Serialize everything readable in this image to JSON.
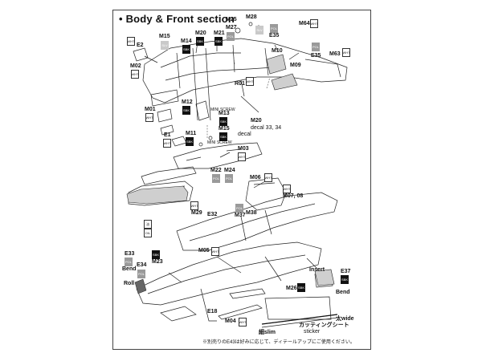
{
  "title": "• Body & Front section",
  "labels": {
    "M25": "M25",
    "M28": "M28",
    "M27": "M27",
    "M64": "M64",
    "E35_top": "E35",
    "M10": "M10",
    "E35": "E35",
    "M09": "M09",
    "M63": "M63",
    "E2": "E2",
    "M15_top": "M15",
    "M14": "M14",
    "M20_top": "M20",
    "M21": "M21",
    "M02": "M02",
    "R01": "R01",
    "M01": "M01",
    "M12": "M12",
    "M20": "M20",
    "decal_ref": "decal 33, 34",
    "M13": "M13",
    "M15": "M15",
    "E1": "E1",
    "M11": "M11",
    "decal": "decal",
    "M03": "M03",
    "M22": "M22",
    "M24": "M24",
    "M06": "M06",
    "M07_08": "M07, 08",
    "M29": "M29",
    "E32": "E32",
    "M37": "M37",
    "M38": "M38",
    "M05": "M05",
    "E33": "E33",
    "Bend_left": "Bend",
    "E34": "E34",
    "M23": "M23",
    "Roll": "Roll",
    "Insert": "Insert",
    "E37": "E37",
    "M26": "M26",
    "Bend": "Bend",
    "E18": "E18",
    "M04": "M04",
    "wide": "太wide",
    "cutting_sticker_jp": "カッティングシート",
    "sticker": "sticker",
    "slim": "細slim",
    "mini_screw_1": "MINI SCREW",
    "mini_screw_2": "MINI SCREW"
  },
  "badges": {
    "wht": "WHT",
    "sbk": "SBK",
    "pol": "POL",
    "slv": "SLV",
    "oil": "OIL",
    "oil_jp": "油"
  },
  "footnote": "※別売りのE43は好みに応じて、ディテールアップにご使用ください。"
}
